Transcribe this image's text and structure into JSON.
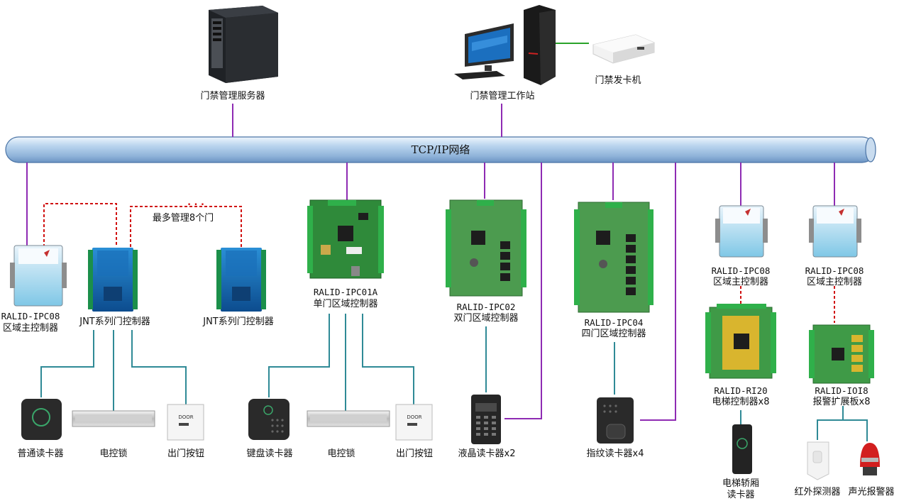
{
  "network": {
    "label": "TCP/IP网络"
  },
  "top": {
    "server": "门禁管理服务器",
    "workstation": "门禁管理工作站",
    "card_issuer": "门禁发卡机"
  },
  "group1": {
    "area_master_model": "RALID-IPC08",
    "area_master_name": "区域主控制器",
    "jnt_controller_1": "JNT系列门控制器",
    "jnt_controller_2": "JNT系列门控制器",
    "max_note": "最多管理8个门",
    "dots": ". . .",
    "reader": "普通读卡器",
    "lock": "电控锁",
    "exit_button": "出门按钮"
  },
  "group2": {
    "model": "RALID-IPC01A",
    "name": "单门区域控制器",
    "reader": "键盘读卡器",
    "lock": "电控锁",
    "exit_button": "出门按钮"
  },
  "group3": {
    "model": "RALID-IPC02",
    "name": "双门区域控制器",
    "reader": "液晶读卡器x2"
  },
  "group4": {
    "model": "RALID-IPC04",
    "name": "四门区域控制器",
    "reader": "指纹读卡器x4"
  },
  "group5": {
    "master_model": "RALID-IPC08",
    "master_name": "区域主控制器",
    "elevator_model": "RALID-RI20",
    "elevator_name": "电梯控制器x8",
    "reader_line1": "电梯轿厢",
    "reader_line2": "读卡器"
  },
  "group6": {
    "master_model": "RALID-IPC08",
    "master_name": "区域主控制器",
    "expansion_model": "RALID-IOI8",
    "expansion_name": "报警扩展板x8",
    "detector": "红外探测器",
    "alarm": "声光报警器"
  },
  "colors": {
    "network_link": "#8e2bb3",
    "device_wire": "#2f8a96",
    "serial_bus": "#d01010",
    "card_link": "#2aa32a",
    "bus_pipe": "#a9c8e6"
  },
  "icons": [
    "server-icon",
    "workstation-icon",
    "card-issuer-icon",
    "controller-box-icon",
    "pcb-board-icon",
    "card-reader-icon",
    "magnetic-lock-icon",
    "exit-button-icon",
    "keypad-reader-icon",
    "lcd-reader-icon",
    "fingerprint-reader-icon",
    "elevator-reader-icon",
    "ir-detector-icon",
    "siren-icon"
  ]
}
